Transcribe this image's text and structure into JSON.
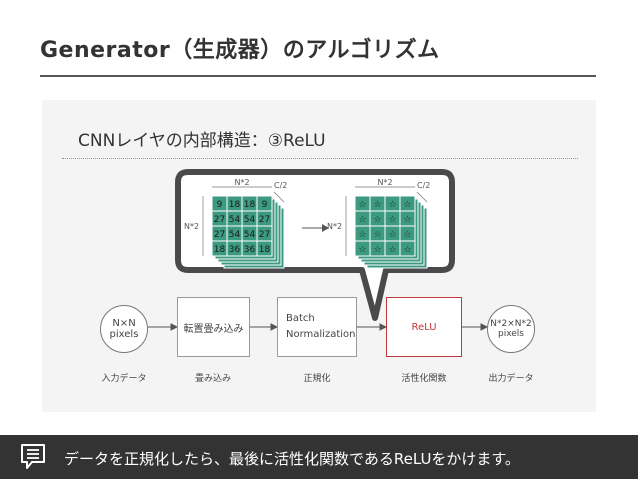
{
  "header": {
    "title": "Generator（生成器）のアルゴリズム"
  },
  "panel": {
    "heading": "CNNレイヤの内部構造：③ReLU"
  },
  "flow": {
    "input": {
      "line1": "N×N",
      "line2": "pixels",
      "caption": "入力データ"
    },
    "conv": {
      "label": "転置畳み込み",
      "caption": "畳み込み"
    },
    "batchnorm": {
      "line1": "Batch",
      "line2": "Normalization",
      "caption": "正規化"
    },
    "relu": {
      "label": "ReLU",
      "caption": "活性化関数"
    },
    "output": {
      "line1": "N*2×N*2",
      "line2": "pixels",
      "caption": "出力データ"
    }
  },
  "zoom": {
    "before": {
      "width_label": "N*2",
      "height_label": "N*2",
      "channel_label": "C/2",
      "grid": [
        [
          "9",
          "18",
          "18",
          "9"
        ],
        [
          "27",
          "54",
          "54",
          "27"
        ],
        [
          "27",
          "54",
          "54",
          "27"
        ],
        [
          "18",
          "36",
          "36",
          "18"
        ]
      ]
    },
    "after": {
      "width_label": "N*2",
      "height_label": "N*2",
      "channel_label": "C/2",
      "cell_glyph": "☆"
    }
  },
  "colors": {
    "accent": "#c0393b",
    "grid_fill": "#3c9a80",
    "footer_bg": "#333333"
  },
  "footer": {
    "icon": "chat-list-icon",
    "text": "データを正規化したら、最後に活性化関数であるReLUをかけます。"
  }
}
